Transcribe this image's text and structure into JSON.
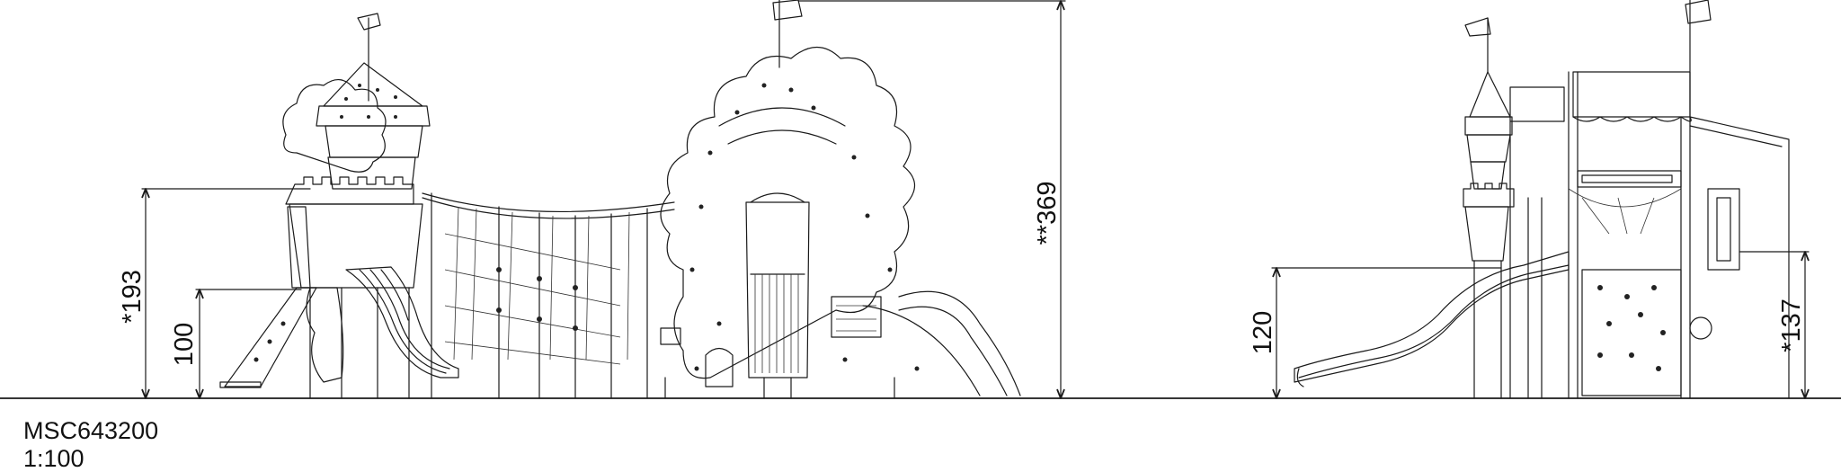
{
  "drawing": {
    "code": "MSC643200",
    "scale": "1:100"
  },
  "dimensions": {
    "left_tower_height": "*193",
    "left_platform_height": "100",
    "center_total_height": "**369",
    "right_platform_height": "120",
    "right_tower_height": "*137"
  },
  "colors": {
    "line": "#1a1a1a",
    "background": "#ffffff"
  }
}
